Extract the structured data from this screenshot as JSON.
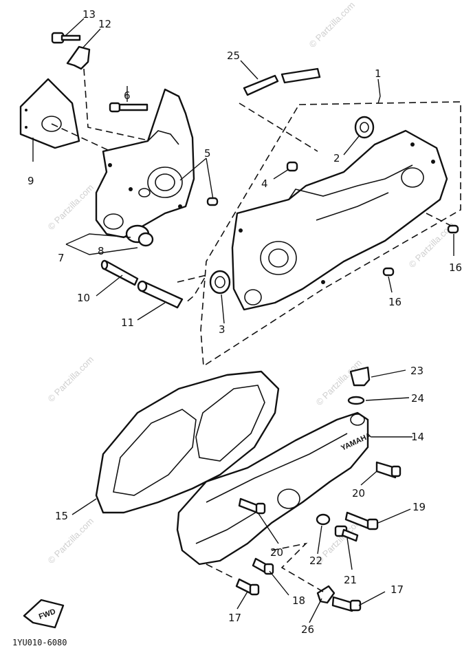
{
  "diagram_code": "1YU010-6080",
  "fwd_label": "FWD",
  "watermark": "© Partzilla.com",
  "callouts": {
    "c1": "1",
    "c2": "2",
    "c3": "3",
    "c4": "4",
    "c5": "5",
    "c6": "6",
    "c7": "7",
    "c8": "8",
    "c9": "9",
    "c10": "10",
    "c11": "11",
    "c12": "12",
    "c13": "13",
    "c14": "14",
    "c15": "15",
    "c16a": "16",
    "c16b": "16",
    "c17a": "17",
    "c17b": "17",
    "c18": "18",
    "c19": "19",
    "c20a": "20",
    "c20b": "20",
    "c21": "21",
    "c22": "22",
    "c23": "23",
    "c24": "24",
    "c25": "25",
    "c26": "26"
  }
}
